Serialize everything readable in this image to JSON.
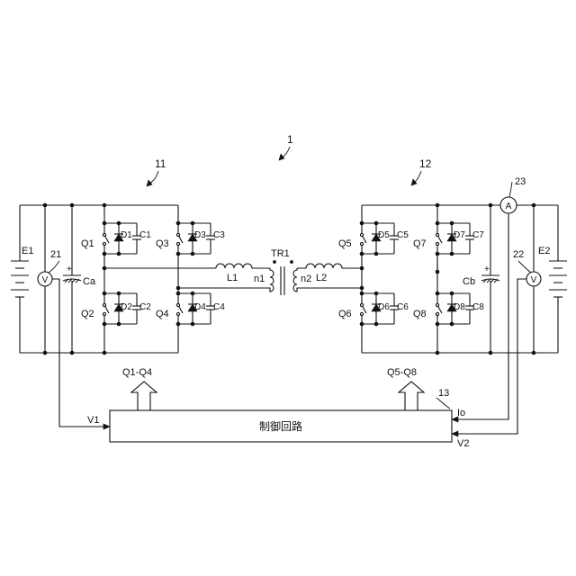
{
  "system_label": "1",
  "converter_left_label": "11",
  "converter_right_label": "12",
  "controller_ref": "13",
  "controller_title": "制御回路",
  "sources": {
    "left": "E1",
    "right": "E2"
  },
  "capacitors_bus": {
    "left": "Ca",
    "right": "Cb"
  },
  "transformer": {
    "name": "TR1",
    "primary": "n1",
    "secondary": "n2"
  },
  "inductors": {
    "left": "L1",
    "right": "L2"
  },
  "meters": {
    "v_left": {
      "ref": "21",
      "symbol": "V"
    },
    "v_right": {
      "ref": "22",
      "symbol": "V"
    },
    "ammeter": {
      "ref": "23",
      "symbol": "A"
    }
  },
  "switches": [
    {
      "q": "Q1",
      "d": "D1",
      "c": "C1"
    },
    {
      "q": "Q2",
      "d": "D2",
      "c": "C2"
    },
    {
      "q": "Q3",
      "d": "D3",
      "c": "C3"
    },
    {
      "q": "Q4",
      "d": "D4",
      "c": "C4"
    },
    {
      "q": "Q5",
      "d": "D5",
      "c": "C5"
    },
    {
      "q": "Q6",
      "d": "D6",
      "c": "C6"
    },
    {
      "q": "Q7",
      "d": "D7",
      "c": "C7"
    },
    {
      "q": "Q8",
      "d": "D8",
      "c": "C8"
    }
  ],
  "signals": {
    "gate_left": "Q1-Q4",
    "gate_right": "Q5-Q8",
    "v1": "V1",
    "v2": "V2",
    "io": "Io"
  }
}
